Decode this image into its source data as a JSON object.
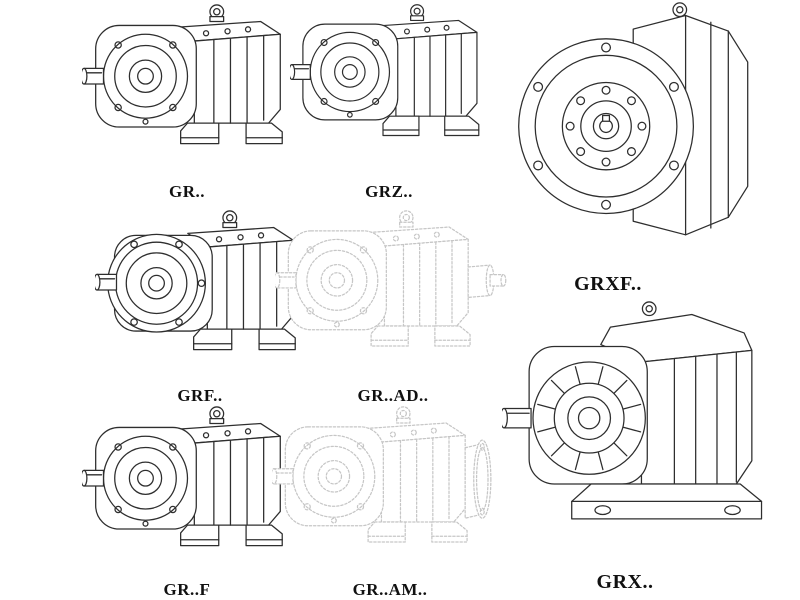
{
  "figures": [
    {
      "id": "gr",
      "label": "GR.."
    },
    {
      "id": "grz",
      "label": "GRZ.."
    },
    {
      "id": "grxf",
      "label": "GRXF.."
    },
    {
      "id": "grf",
      "label": "GRF.."
    },
    {
      "id": "gr_ad",
      "label": "GR..AD.."
    },
    {
      "id": "gr_f",
      "label": "GR..F"
    },
    {
      "id": "gr_am",
      "label": "GR..AM.."
    },
    {
      "id": "grx",
      "label": "GRX.."
    }
  ],
  "colors": {
    "line": "#2e2e2e",
    "ghost_line": "#c6c6c6",
    "background": "#ffffff",
    "label": "#111111"
  }
}
